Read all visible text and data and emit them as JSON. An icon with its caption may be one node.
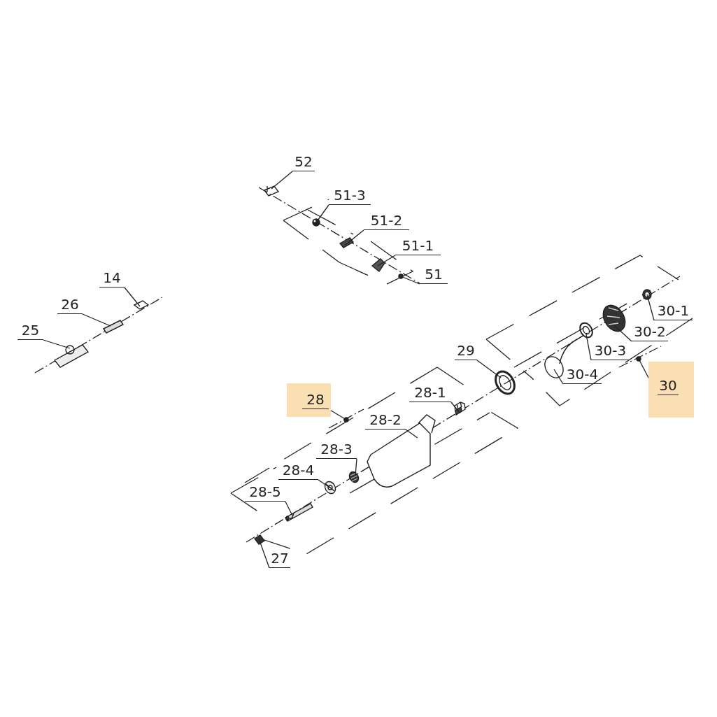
{
  "diagram": {
    "nodes": [
      {
        "text": [
          "52"
        ]
      },
      {
        "text": [
          "51-3"
        ]
      },
      {
        "text": [
          "51-2"
        ]
      },
      {
        "text": [
          "51-1"
        ]
      },
      {
        "text": [
          "51"
        ]
      },
      {
        "text": [
          "14"
        ]
      },
      {
        "text": [
          "26"
        ]
      },
      {
        "text": [
          "30-1"
        ]
      },
      {
        "text": [
          "25"
        ]
      },
      {
        "text": [
          "30-2"
        ]
      },
      {
        "text": [
          "30-3"
        ]
      },
      {
        "text": [
          "29"
        ]
      },
      {
        "text": [
          "30-4"
        ]
      },
      {
        "text": [
          "30"
        ]
      },
      {
        "text": [
          "28-1"
        ]
      },
      {
        "text": [
          "28"
        ]
      },
      {
        "text": [
          "28-2"
        ]
      },
      {
        "text": [
          "28-3"
        ]
      },
      {
        "text": [
          "28-4"
        ]
      },
      {
        "text": [
          "28-5"
        ]
      },
      {
        "text": [
          "27"
        ]
      },
      {
        "text": [],
        "shape": "picture"
      },
      {
        "text": [],
        "shape": "picture"
      },
      {
        "text": [],
        "shape": "picture"
      },
      {
        "text": [],
        "shape": "picture"
      },
      {
        "text": [],
        "shape": "picture"
      },
      {
        "text": [],
        "shape": "picture"
      },
      {
        "text": [],
        "shape": "picture"
      },
      {
        "text": [],
        "shape": "picture"
      },
      {
        "text": [],
        "shape": "picture"
      },
      {
        "text": [],
        "shape": "circle"
      },
      {
        "text": [],
        "shape": "picture"
      },
      {
        "text": [],
        "shape": "picture"
      },
      {
        "text": [],
        "shape": "circle"
      },
      {
        "text": [],
        "shape": "picture"
      },
      {
        "text": [],
        "shape": "picture"
      },
      {
        "text": [],
        "shape": "picture"
      },
      {
        "text": [],
        "shape": "picture"
      },
      {
        "text": [],
        "shape": "picture"
      },
      {
        "text": [],
        "shape": "picture"
      },
      {
        "text": [],
        "shape": "circle"
      },
      {
        "text": [],
        "shape": "picture"
      }
    ],
    "edges": [
      {
        "from": 0,
        "to": 25,
        "arrow": "none"
      },
      {
        "from": 1,
        "to": 27,
        "arrow": "none"
      },
      {
        "from": 2,
        "to": 29,
        "arrow": "none"
      },
      {
        "from": 3,
        "to": 32,
        "arrow": "none"
      },
      {
        "from": 4,
        "to": 33,
        "arrow": "none"
      },
      {
        "from": 5,
        "to": 23,
        "arrow": "none"
      },
      {
        "from": 6,
        "to": 22,
        "arrow": "none"
      },
      {
        "from": 7,
        "to": 41,
        "arrow": "none"
      },
      {
        "from": 8,
        "to": 21,
        "arrow": "none"
      },
      {
        "from": 9,
        "to": 39,
        "arrow": "none"
      },
      {
        "from": 10,
        "to": 38,
        "arrow": "none"
      },
      {
        "from": 11,
        "to": 36,
        "arrow": "none"
      },
      {
        "from": 12,
        "to": 37,
        "arrow": "none"
      },
      {
        "from": 13,
        "to": 40,
        "arrow": "none"
      },
      {
        "from": 14,
        "to": 35,
        "arrow": "none"
      },
      {
        "from": 15,
        "to": 30,
        "arrow": "none"
      },
      {
        "from": 16,
        "to": 34,
        "arrow": "none"
      },
      {
        "from": 17,
        "to": 31,
        "arrow": "none"
      },
      {
        "from": 18,
        "to": 28,
        "arrow": "none"
      },
      {
        "from": 19,
        "to": 26,
        "arrow": "none"
      },
      {
        "from": 20,
        "to": 24,
        "arrow": "none"
      }
    ]
  }
}
